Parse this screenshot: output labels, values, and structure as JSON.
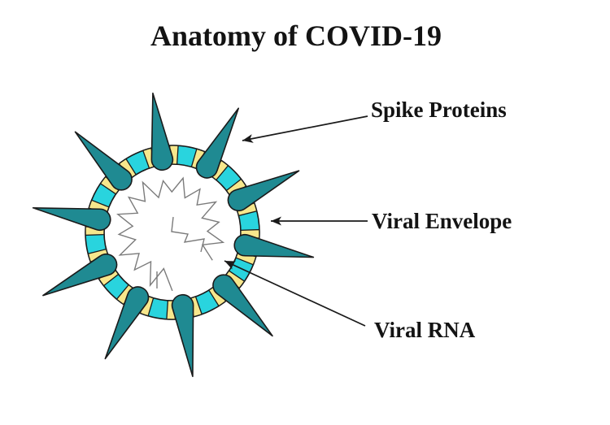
{
  "title": "Anatomy of COVID-19",
  "labels": {
    "spike_proteins": "Spike Proteins",
    "viral_envelope": "Viral Envelope",
    "viral_rna": "Viral RNA"
  },
  "diagram": {
    "subject": "Cross-section illustration of a COVID-19 virus particle",
    "spike_count": 10,
    "envelope_segments": 20,
    "colors": {
      "background": "#FFFFFF",
      "text": "#131313",
      "outline": "#1A1A1A",
      "envelope-cyan": "#29D4DE",
      "membrane-yellow": "#F7E78C",
      "spike-teal": "#1F8A92",
      "rna-gray": "#7B7B7B"
    }
  }
}
